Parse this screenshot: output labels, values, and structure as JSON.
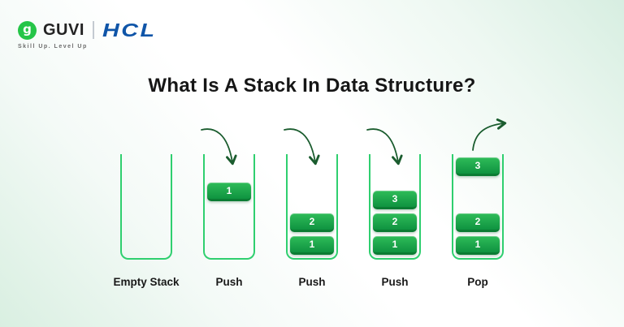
{
  "brand": {
    "guvi_wordmark": "GUVI",
    "hcl_wordmark": "HCL",
    "tagline": "Skill Up. Level Up",
    "logo_icon": "guvi-g-icon",
    "guvi_green": "#25c548",
    "hcl_blue": "#0f55a8"
  },
  "title": "What Is A Stack In Data Structure?",
  "diagram": {
    "stages": [
      {
        "id": "empty",
        "label": "Empty Stack",
        "arrow": null,
        "blocks": []
      },
      {
        "id": "push-1",
        "label": "Push",
        "arrow": "push",
        "blocks": [
          {
            "value": "1",
            "slot": "falling"
          }
        ]
      },
      {
        "id": "push-2",
        "label": "Push",
        "arrow": "push",
        "blocks": [
          {
            "value": "2",
            "slot": "stack-1"
          },
          {
            "value": "1",
            "slot": "stack-0"
          }
        ]
      },
      {
        "id": "push-3",
        "label": "Push",
        "arrow": "push",
        "blocks": [
          {
            "value": "3",
            "slot": "stack-2"
          },
          {
            "value": "2",
            "slot": "stack-1"
          },
          {
            "value": "1",
            "slot": "stack-0"
          }
        ]
      },
      {
        "id": "pop",
        "label": "Pop",
        "arrow": "pop",
        "blocks": [
          {
            "value": "3",
            "slot": "top"
          },
          {
            "value": "2",
            "slot": "stack-1"
          },
          {
            "value": "1",
            "slot": "stack-0"
          }
        ]
      }
    ],
    "colors": {
      "container_border": "#2fcf6f",
      "block_gradient_top": "#2fbc59",
      "block_gradient_bottom": "#0f9340",
      "block_edge": "#0b7c33",
      "arrow": "#1a5c2e"
    }
  }
}
